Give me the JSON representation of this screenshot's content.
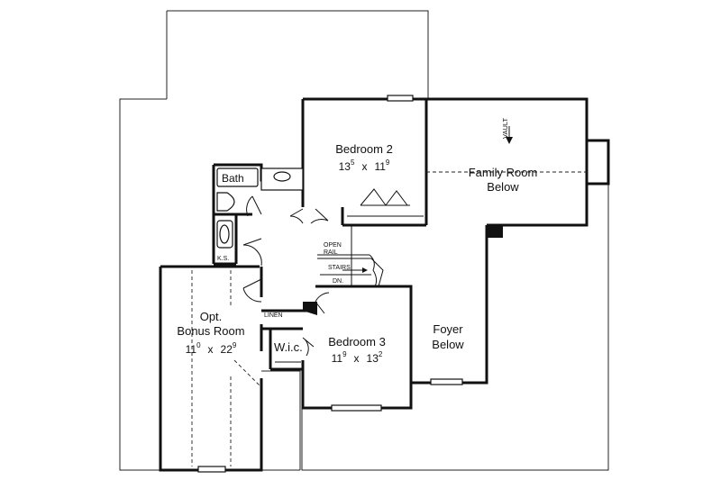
{
  "rooms": {
    "bedroom2": {
      "name": "Bedroom 2",
      "w": "13",
      "w_sup": "5",
      "x": "x",
      "h": "11",
      "h_sup": "9"
    },
    "family": {
      "name": "Family Room",
      "sub": "Below"
    },
    "bonus": {
      "line1": "Opt.",
      "line2": "Bonus Room",
      "w": "11",
      "w_sup": "0",
      "x": "x",
      "h": "22",
      "h_sup": "9"
    },
    "bedroom3": {
      "name": "Bedroom 3",
      "w": "11",
      "w_sup": "9",
      "x": "x",
      "h": "13",
      "h_sup": "2"
    },
    "foyer": {
      "name": "Foyer",
      "sub": "Below"
    }
  },
  "labels": {
    "bath": "Bath",
    "wic": "W.i.c.",
    "linen": "LINEN",
    "ks": "K.S.",
    "open_rail_1": "OPEN",
    "open_rail_2": "RAIL",
    "stairs": "STAIRS",
    "dn": "DN.",
    "vault": "VAULT"
  }
}
